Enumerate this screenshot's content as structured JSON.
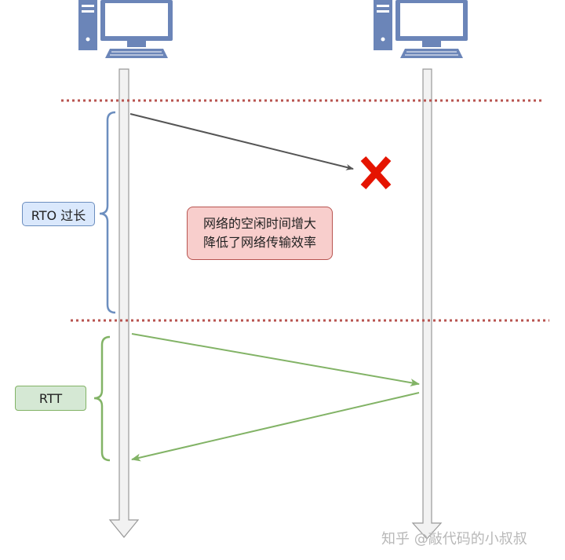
{
  "labels": {
    "rto": "RTO 过长",
    "rtt": "RTT"
  },
  "note": {
    "line1": "网络的空闲时间增大",
    "line2": "降低了网络传输效率"
  },
  "watermark": "知乎 @敲代码的小叔叔",
  "colors": {
    "timeline_fill": "#f2f2f2",
    "timeline_stroke": "#999999",
    "divider": "#b85450",
    "lost_arrow": "#555555",
    "loss_mark": "#e51400",
    "rto_brace": "#6c8ebf",
    "rtt_brace": "#82b366",
    "rtt_arrow": "#82b366",
    "computer_fill": "#6b85b8"
  }
}
